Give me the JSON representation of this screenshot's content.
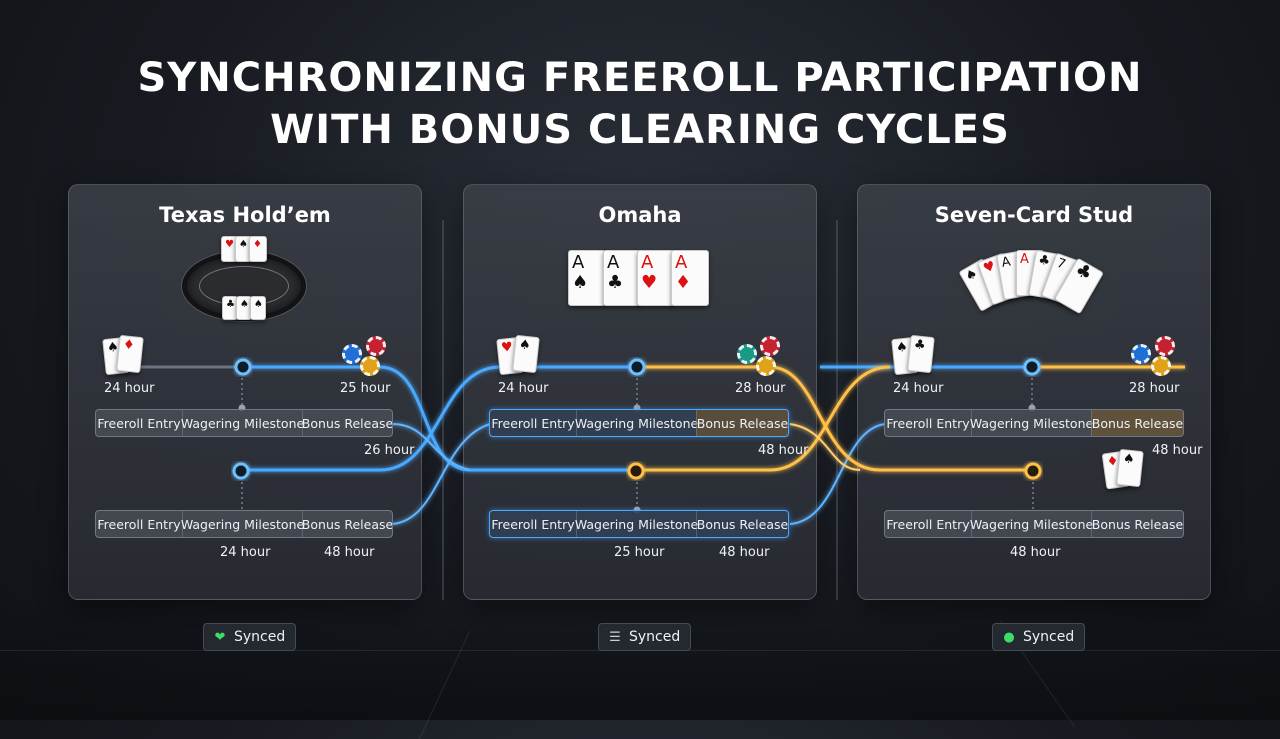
{
  "title_line1": "SYNCHRONIZING FREEROLL PARTICIPATION",
  "title_line2": "WITH BONUS CLEARING CYCLES",
  "colors": {
    "blue": "#4aa8ff",
    "amber": "#ffc04a",
    "synced_green": "#3ddc6a"
  },
  "panels": [
    {
      "name": "Texas Hold'em",
      "label": "Texas Hold’em",
      "top_row": {
        "left": "24 hour",
        "right": "25 hour"
      },
      "stage1": [
        "Freeroll Entry",
        "Wagering Milestone",
        "Bonus Release"
      ],
      "mid_label": "26 hour",
      "stage2": [
        "Freeroll Entry",
        "Wagering Milestone",
        "Bonus Release"
      ],
      "bottom": {
        "a": "24 hour",
        "b": "48 hour"
      },
      "status": {
        "icon": "heart-check-icon",
        "label": "Synced"
      }
    },
    {
      "name": "Omaha",
      "label": "Omaha",
      "top_row": {
        "left": "24 hour",
        "right": "28 hour"
      },
      "stage1": [
        "Freeroll Entry",
        "Wagering Milestone",
        "Bonus Release"
      ],
      "mid_label": "48 hour",
      "stage2": [
        "Freeroll Entry",
        "Wagering Milestone",
        "Bonus Release"
      ],
      "bottom": {
        "a": "25 hour",
        "b": "48 hour"
      },
      "status": {
        "icon": "list-icon",
        "label": "Synced"
      }
    },
    {
      "name": "Seven-Card Stud",
      "label": "Seven-Card Stud",
      "top_row": {
        "left": "24 hour",
        "right": "28 hour"
      },
      "stage1": [
        "Freeroll Entry",
        "Wagering Milestone",
        "Bonus Release"
      ],
      "mid_label": "48 hour",
      "stage2": [
        "Freeroll Entry",
        "Wagering Milestone",
        "Bonus Release"
      ],
      "bottom": {
        "a": "48 hour"
      },
      "status": {
        "icon": "dot-icon",
        "label": "Synced"
      }
    }
  ],
  "card_glyphs": {
    "spade": "♠",
    "heart": "♥",
    "diamond": "♦",
    "club": "♣"
  },
  "card_ranks": {
    "ace": "A",
    "seven": "7"
  }
}
